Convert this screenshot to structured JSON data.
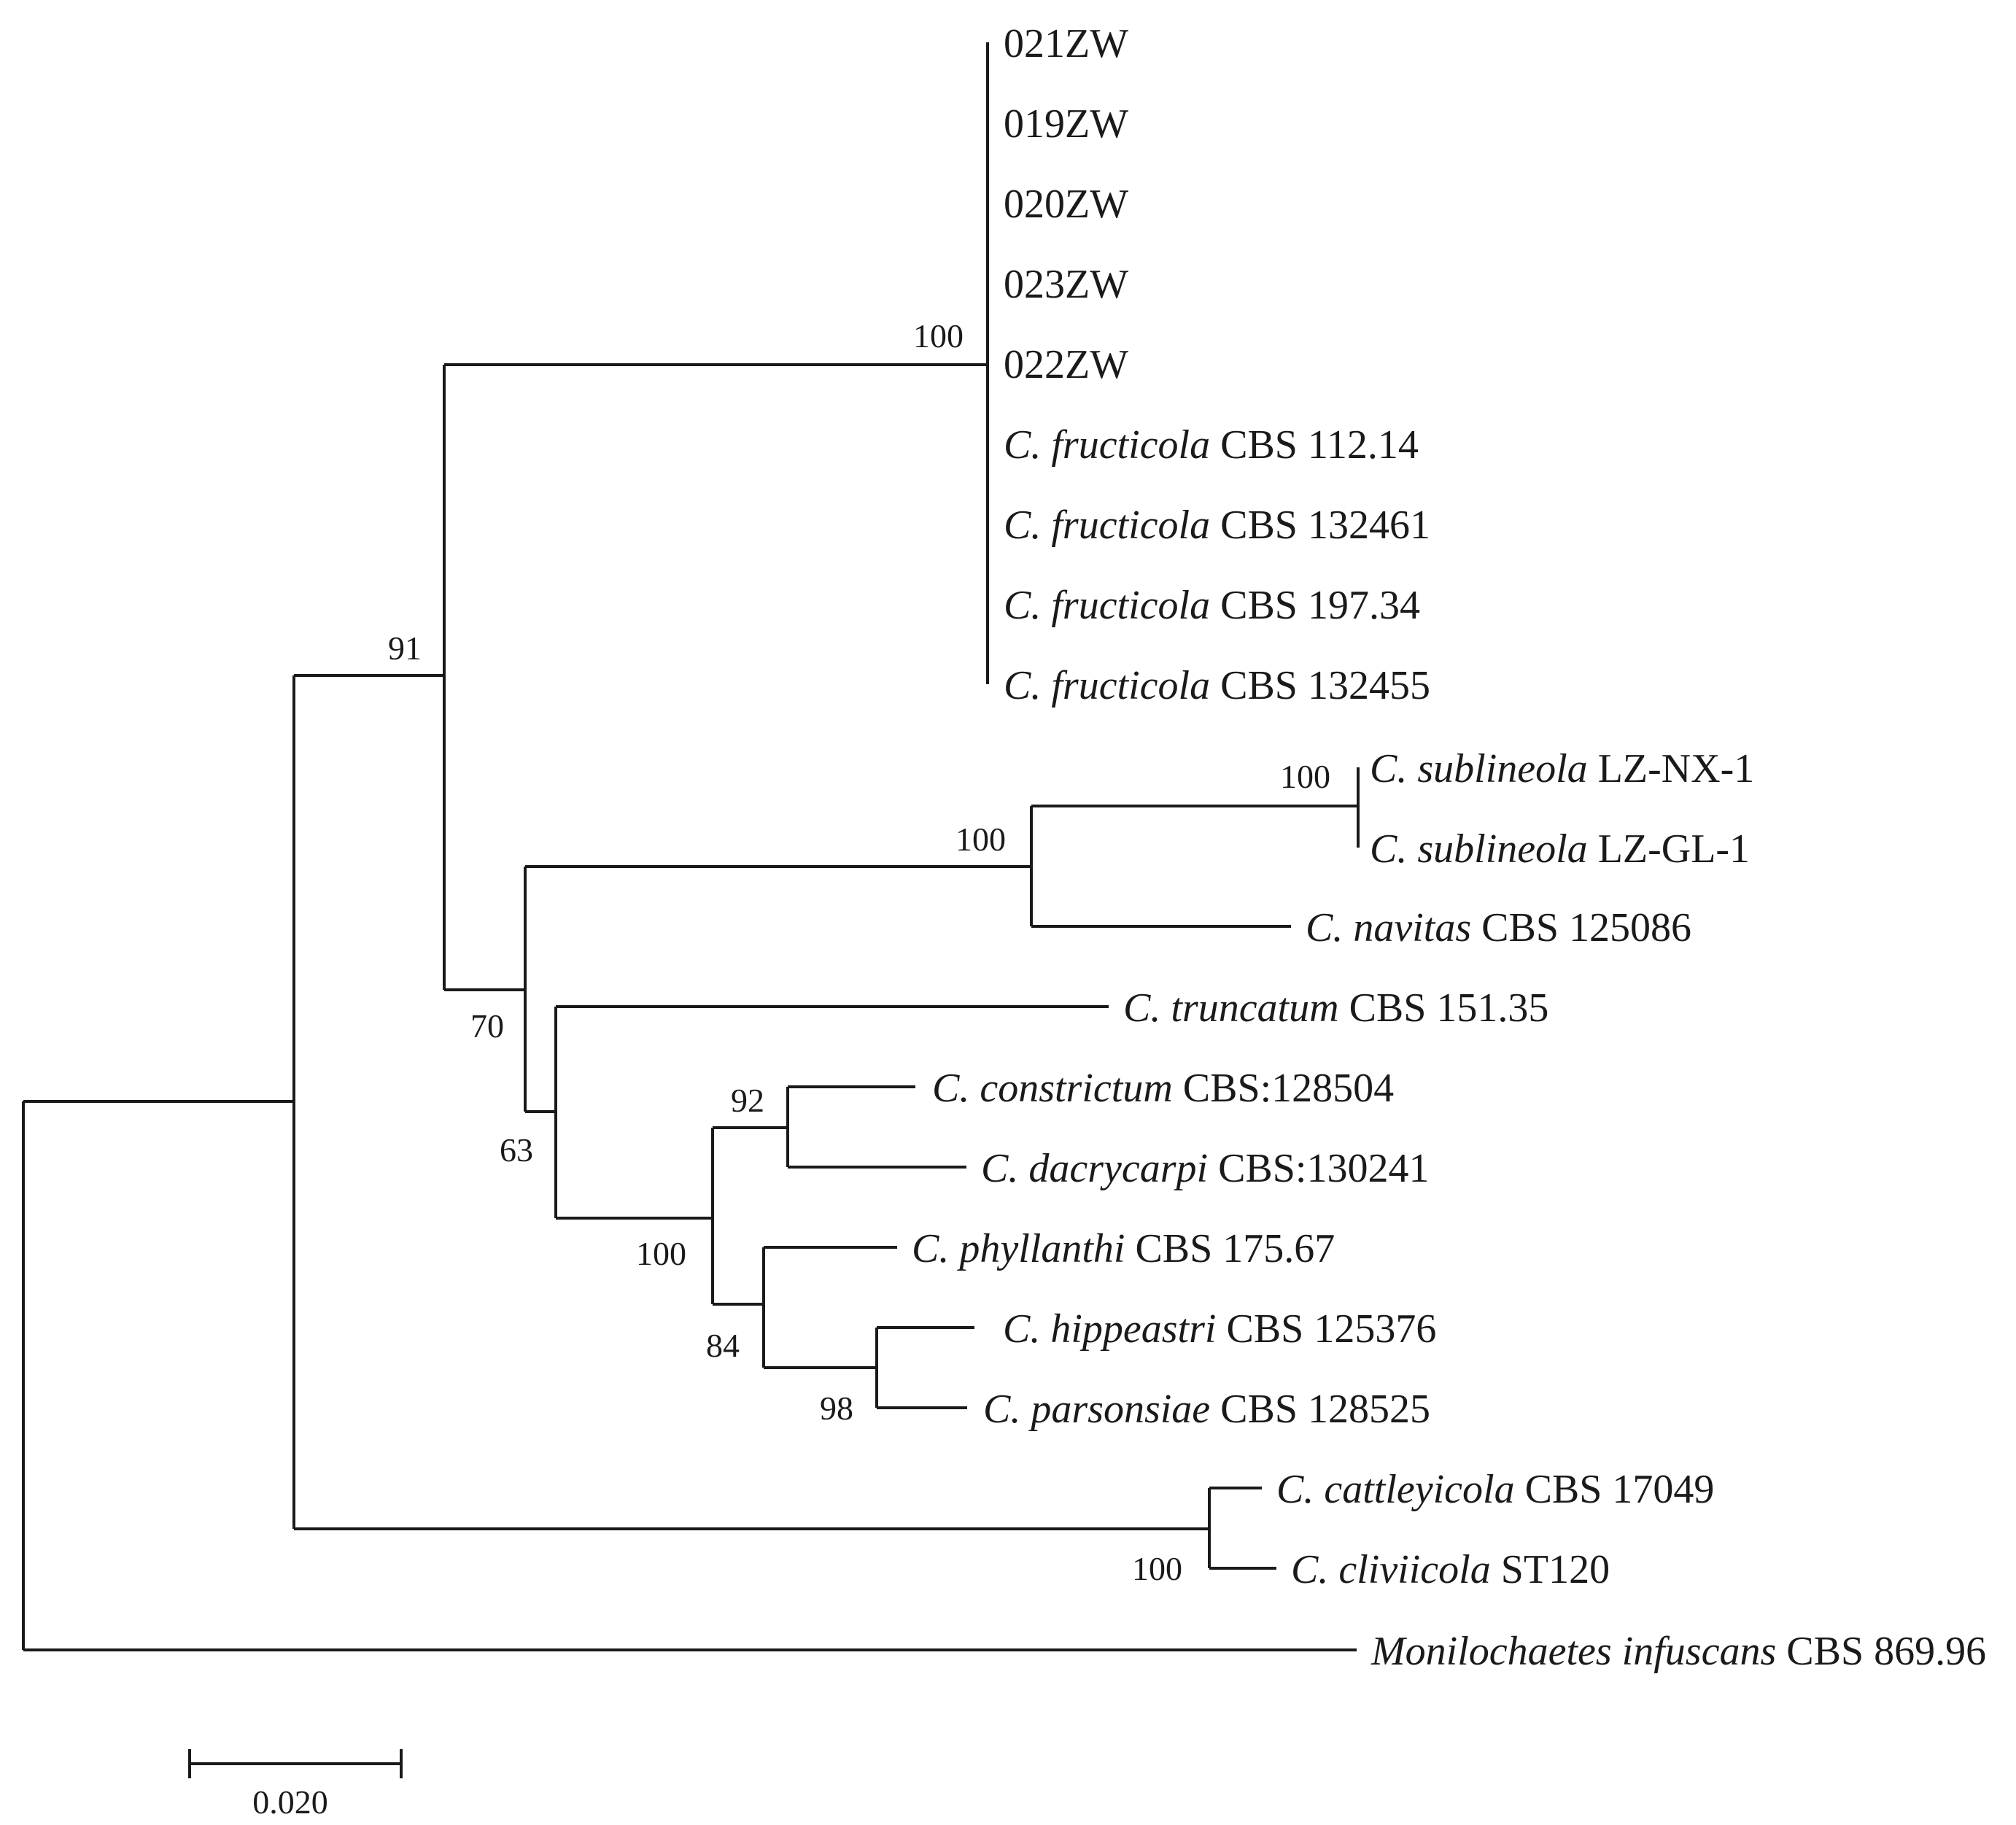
{
  "tips": [
    {
      "id": "t1",
      "species": "",
      "strain": "021ZW"
    },
    {
      "id": "t2",
      "species": "",
      "strain": "019ZW"
    },
    {
      "id": "t3",
      "species": "",
      "strain": "020ZW"
    },
    {
      "id": "t4",
      "species": "",
      "strain": "023ZW"
    },
    {
      "id": "t5",
      "species": "",
      "strain": "022ZW"
    },
    {
      "id": "t6",
      "species": "C. fructicola",
      "strain": "CBS 112.14"
    },
    {
      "id": "t7",
      "species": "C. fructicola",
      "strain": "CBS 132461"
    },
    {
      "id": "t8",
      "species": "C. fructicola",
      "strain": "CBS 197.34"
    },
    {
      "id": "t9",
      "species": "C. fructicola",
      "strain": "CBS 132455"
    },
    {
      "id": "t10",
      "species": "C. sublineola",
      "strain": "LZ-NX-1"
    },
    {
      "id": "t11",
      "species": "C. sublineola",
      "strain": "LZ-GL-1"
    },
    {
      "id": "t12",
      "species": "C. navitas",
      "strain": "CBS 125086"
    },
    {
      "id": "t13",
      "species": "C. truncatum",
      "strain": "CBS 151.35"
    },
    {
      "id": "t14",
      "species": "C. constrictum",
      "strain": "CBS:128504"
    },
    {
      "id": "t15",
      "species": "C. dacrycarpi",
      "strain": "CBS:130241"
    },
    {
      "id": "t16",
      "species": "C. phyllanthi",
      "strain": "CBS 175.67"
    },
    {
      "id": "t17",
      "species": "C. hippeastri",
      "strain": "CBS 125376"
    },
    {
      "id": "t18",
      "species": "C. parsonsiae",
      "strain": "CBS 128525"
    },
    {
      "id": "t19",
      "species": "C. cattleyicola",
      "strain": "CBS 17049"
    },
    {
      "id": "t20",
      "species": "C. cliviicola",
      "strain": "ST120"
    },
    {
      "id": "t21",
      "species": "Monilochaetes infuscans",
      "strain": "CBS 869.96"
    }
  ],
  "bootstrap": [
    {
      "node": "fructicola-clade",
      "value": "100"
    },
    {
      "node": "fructicola-plus-rest",
      "value": "91"
    },
    {
      "node": "sublineola-pair",
      "value": "100"
    },
    {
      "node": "sublineola-navitas",
      "value": "100"
    },
    {
      "node": "inner-clade",
      "value": "70"
    },
    {
      "node": "truncatum-group",
      "value": "63"
    },
    {
      "node": "constrictum-dacrycarpi",
      "value": "92"
    },
    {
      "node": "constrictum-parsonsiae",
      "value": "100"
    },
    {
      "node": "phyllanthi-group",
      "value": "84"
    },
    {
      "node": "hippeastri-parsonsiae",
      "value": "98"
    },
    {
      "node": "cattleyicola-cliviicola",
      "value": "100"
    }
  ],
  "scale_bar": {
    "label": "0.020"
  }
}
